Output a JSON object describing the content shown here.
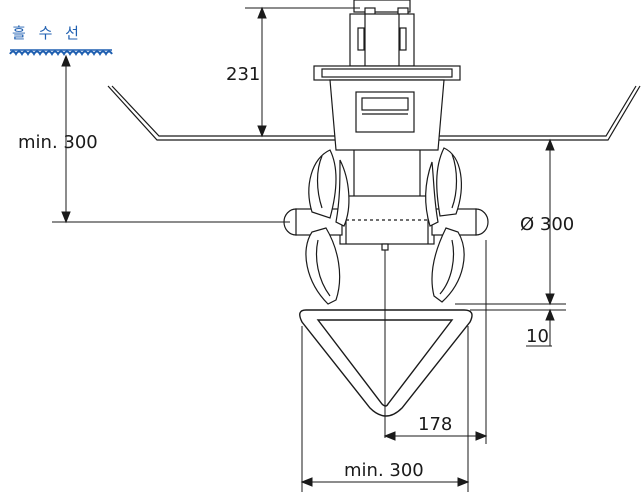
{
  "waterline": {
    "label": "흘 수 선",
    "color": "#1f5fb0"
  },
  "dimensions": {
    "height_above_hull": "231",
    "min_depth_below_waterline": "min. 300",
    "propeller_diameter": "Ø 300",
    "clearance": "10",
    "half_width": "178",
    "min_width": "min. 300"
  },
  "colors": {
    "line": "#1a1a1a",
    "waterline": "#1f5fb0",
    "background": "#ffffff"
  }
}
